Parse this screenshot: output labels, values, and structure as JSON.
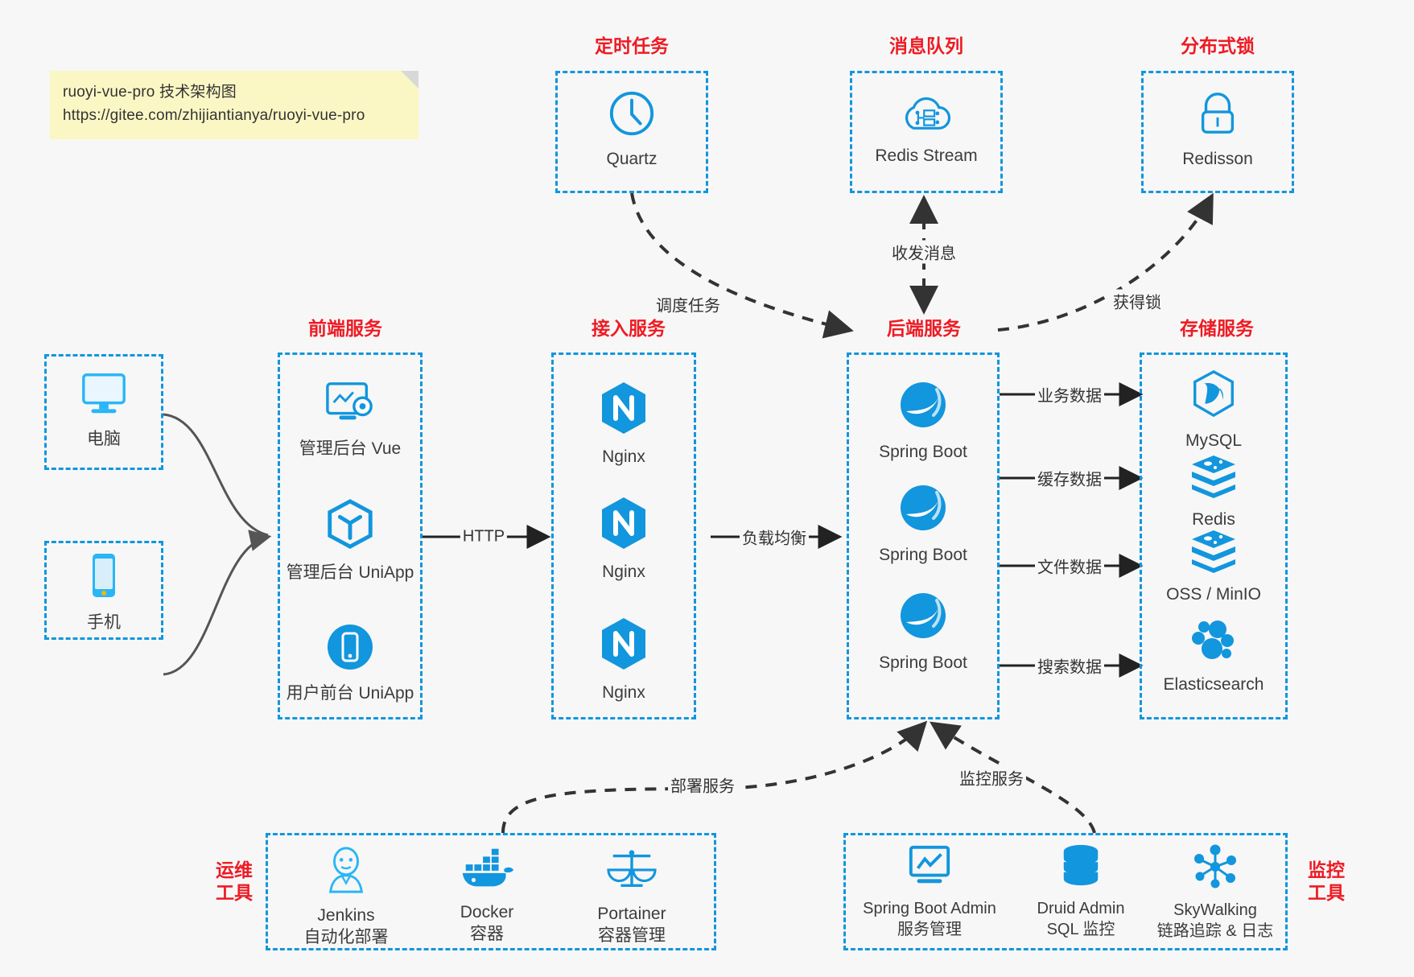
{
  "note": {
    "line1": "ruoyi-vue-pro 技术架构图",
    "line2": "https://gitee.com/zhijiantianya/ruoyi-vue-pro"
  },
  "colors": {
    "accent_blue": "#1296dd",
    "title_red": "#ee1b24",
    "background": "#f7f7f7",
    "edge_gray": "#555555",
    "text": "#3c3c3c"
  },
  "groups": {
    "scheduled_task": {
      "title": "定时任务"
    },
    "message_queue": {
      "title": "消息队列"
    },
    "distributed_lock": {
      "title": "分布式锁"
    },
    "frontend": {
      "title": "前端服务"
    },
    "gateway": {
      "title": "接入服务"
    },
    "backend": {
      "title": "后端服务"
    },
    "storage": {
      "title": "存储服务"
    },
    "devops": {
      "title": "运维\n工具"
    },
    "monitor": {
      "title": "监控\n工具"
    }
  },
  "nodes": {
    "quartz": {
      "label": "Quartz",
      "icon": "clock-icon"
    },
    "redis_stream": {
      "label": "Redis Stream",
      "icon": "cloud-stream-icon"
    },
    "redisson": {
      "label": "Redisson",
      "icon": "lock-icon"
    },
    "pc": {
      "label": "电脑",
      "icon": "desktop-icon"
    },
    "phone": {
      "label": "手机",
      "icon": "mobile-icon"
    },
    "admin_vue": {
      "label": "管理后台 Vue",
      "icon": "dashboard-gear-icon"
    },
    "admin_uniapp": {
      "label": "管理后台 UniApp",
      "icon": "hexagon-cube-icon"
    },
    "user_uniapp": {
      "label": "用户前台 UniApp",
      "icon": "phone-circle-icon"
    },
    "nginx1": {
      "label": "Nginx",
      "icon": "nginx-icon"
    },
    "nginx2": {
      "label": "Nginx",
      "icon": "nginx-icon"
    },
    "nginx3": {
      "label": "Nginx",
      "icon": "nginx-icon"
    },
    "springboot1": {
      "label": "Spring Boot",
      "icon": "spring-leaf-icon"
    },
    "springboot2": {
      "label": "Spring Boot",
      "icon": "spring-leaf-icon"
    },
    "springboot3": {
      "label": "Spring Boot",
      "icon": "spring-leaf-icon"
    },
    "mysql": {
      "label": "MySQL",
      "icon": "mysql-dolphin-icon"
    },
    "redis": {
      "label": "Redis",
      "icon": "redis-stack-icon"
    },
    "oss": {
      "label": "OSS / MinIO",
      "icon": "redis-stack-icon"
    },
    "elasticsearch": {
      "label": "Elasticsearch",
      "icon": "elasticsearch-icon"
    },
    "jenkins": {
      "label": "Jenkins\n自动化部署",
      "icon": "jenkins-butler-icon"
    },
    "docker": {
      "label": "Docker\n容器",
      "icon": "docker-whale-icon"
    },
    "portainer": {
      "label": "Portainer\n容器管理",
      "icon": "scales-icon"
    },
    "sba": {
      "label": "Spring Boot Admin\n服务管理",
      "icon": "monitor-chart-icon"
    },
    "druid": {
      "label": "Druid Admin\nSQL 监控",
      "icon": "database-icon"
    },
    "skywalking": {
      "label": "SkyWalking\n链路追踪 & 日志",
      "icon": "skywalking-node-icon"
    }
  },
  "edges": {
    "schedule_task": "调度任务",
    "send_receive_message": "收发消息",
    "acquire_lock": "获得锁",
    "http": "HTTP",
    "load_balance": "负载均衡",
    "business_data": "业务数据",
    "cache_data": "缓存数据",
    "file_data": "文件数据",
    "search_data": "搜索数据",
    "deploy_service": "部署服务",
    "monitor_service": "监控服务"
  }
}
